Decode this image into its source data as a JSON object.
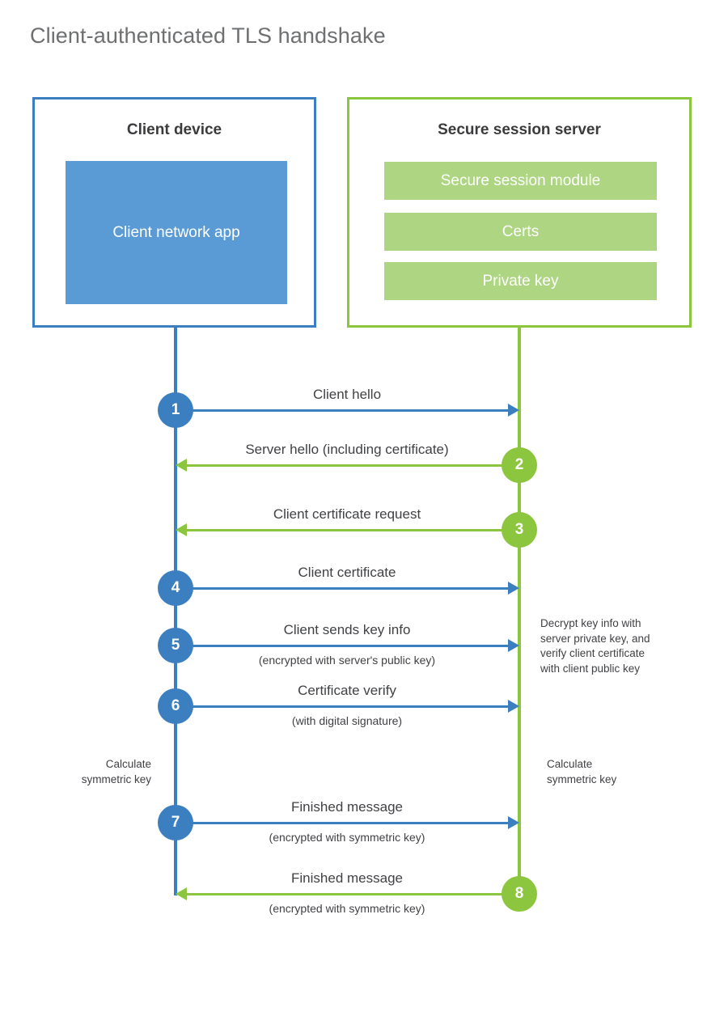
{
  "title": "Client-authenticated TLS handshake",
  "colors": {
    "client_accent": "#3c7fc1",
    "server_accent": "#8cc63f",
    "client_block_fill": "#5b9bd5",
    "server_block_fill": "#aed581",
    "title_text": "#6e6f71",
    "body_text": "#404144",
    "background": "#ffffff"
  },
  "actors": {
    "client": {
      "title": "Client device",
      "blocks": [
        {
          "label": "Client network app"
        }
      ]
    },
    "server": {
      "title": "Secure session server",
      "blocks": [
        {
          "label": "Secure session module"
        },
        {
          "label": "Certs"
        },
        {
          "label": "Private key"
        }
      ]
    }
  },
  "messages": [
    {
      "number": "1",
      "label": "Client hello",
      "sublabel": "",
      "direction": "client-to-server",
      "origin": "client"
    },
    {
      "number": "2",
      "label": "Server hello (including certificate)",
      "sublabel": "",
      "direction": "server-to-client",
      "origin": "server"
    },
    {
      "number": "3",
      "label": "Client certificate request",
      "sublabel": "",
      "direction": "server-to-client",
      "origin": "server"
    },
    {
      "number": "4",
      "label": "Client certificate",
      "sublabel": "",
      "direction": "client-to-server",
      "origin": "client"
    },
    {
      "number": "5",
      "label": "Client sends key info",
      "sublabel": "(encrypted with server's public key)",
      "direction": "client-to-server",
      "origin": "client"
    },
    {
      "number": "6",
      "label": "Certificate verify",
      "sublabel": "(with digital signature)",
      "direction": "client-to-server",
      "origin": "client"
    },
    {
      "number": "7",
      "label": "Finished message",
      "sublabel": "(encrypted with symmetric key)",
      "direction": "client-to-server",
      "origin": "client"
    },
    {
      "number": "8",
      "label": "Finished message",
      "sublabel": "(encrypted with symmetric key)",
      "direction": "server-to-client",
      "origin": "server"
    }
  ],
  "annotations": {
    "server_decrypt": {
      "lines": [
        "Decrypt key info with",
        "server private key, and",
        "verify client certificate",
        "with client public key"
      ]
    },
    "client_symmetric_key": {
      "lines": [
        "Calculate",
        "symmetric key"
      ]
    },
    "server_symmetric_key": {
      "lines": [
        "Calculate",
        "symmetric key"
      ]
    }
  }
}
